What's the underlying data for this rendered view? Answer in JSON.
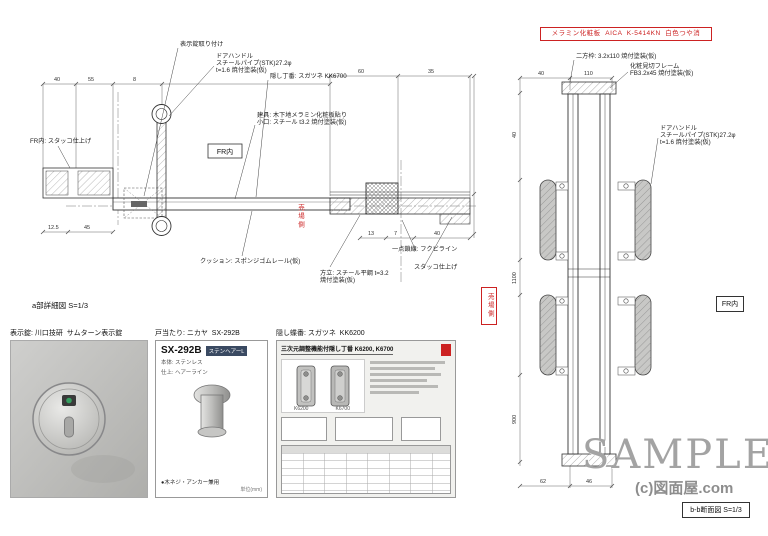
{
  "finish_note": "メラミン化粧板  AICA  K-5414KN  白色つや消",
  "handle_label": [
    "ドアハンドル",
    "スチールパイプ(STK)27.2φ",
    "t=1.6 焼付塗装(仮)"
  ],
  "detail_a": {
    "caption": "a部詳細図 S=1/3",
    "fr_box": "FR内",
    "uriba_side": "売場側",
    "labels": {
      "lock_mount": "表示錠取り付け",
      "hinge": "隠し丁番: スガツネ KK6700",
      "door1": "建具: 木下地メラミン化粧板貼り",
      "door2": "小口: スチール t3.2 焼付塗装(仮)",
      "stucco_left": "FR内: スタッコ仕上げ",
      "cushion": "クッション: スポンジゴムレール(仮)",
      "pillar1": "方立: スチール平鋼 t=3.2",
      "pillar2": "焼付塗装(仮)",
      "fukubi": "一点鎖線: フクビライン",
      "stucco_right": "スタッコ仕上げ"
    },
    "dims_top": [
      "40",
      "55",
      "8",
      "60",
      "35"
    ],
    "dims_bottom": [
      "12.5",
      "45",
      "13",
      "7",
      "40"
    ]
  },
  "section_b": {
    "caption": "b-b断面図 S=1/3",
    "fr_box": "FR内",
    "uriba_side": "売場側",
    "labels": {
      "frame": "二方枠: 3.2x110 焼付塗装(仮)",
      "face1": "化粧見切フレーム",
      "face2": "FB3.2x45 焼付塗装(仮)"
    },
    "dims": {
      "top1": "40",
      "top2": "110",
      "left1": "40",
      "left2": "1100",
      "left3": "900",
      "bottom1": "62",
      "bottom2": "46"
    }
  },
  "products": {
    "lock": {
      "title": "表示錠: 川口技研  サムターン表示錠"
    },
    "stopper": {
      "title": "戸当たり: ニカヤ  SX-292B",
      "model": "SX-292B",
      "tag": "ステンヘアーL",
      "line1": "本体: ステンレス",
      "line2": "仕上: ヘアーライン",
      "note": "●木ネジ・アンカー兼用",
      "unit": "単位(mm)"
    },
    "hinge": {
      "title": "隠し蝶番: スガツネ  KK6200",
      "header": "三次元調整機能付隠し丁番 K6200, K6700",
      "models": [
        "K6200",
        "K6700"
      ]
    }
  },
  "watermark": {
    "sample": "SAMPLE",
    "credit": "(c)図面屋.com"
  }
}
